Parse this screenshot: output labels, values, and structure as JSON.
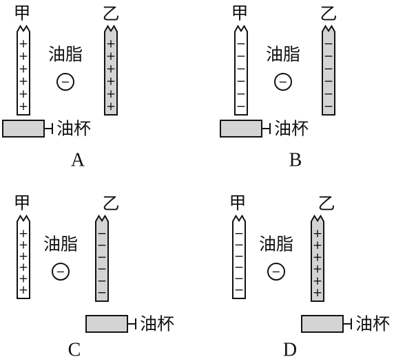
{
  "labels": {
    "plate_left": "甲",
    "plate_right": "乙",
    "droplet": "油脂",
    "droplet_charge": "−",
    "cup": "油杯"
  },
  "panels": [
    {
      "id": "A",
      "caption": "A",
      "left_sign": "+",
      "right_sign": "+",
      "cup_under": "left"
    },
    {
      "id": "B",
      "caption": "B",
      "left_sign": "−",
      "right_sign": "−",
      "cup_under": "left"
    },
    {
      "id": "C",
      "caption": "C",
      "left_sign": "+",
      "right_sign": "−",
      "cup_under": "right"
    },
    {
      "id": "D",
      "caption": "D",
      "left_sign": "−",
      "right_sign": "+",
      "cup_under": "right"
    }
  ],
  "colors": {
    "ink": "#111111",
    "left_plate_fill": "#ffffff",
    "right_plate_fill": "#d4d4d4",
    "cup_fill": "#d4d4d4"
  }
}
